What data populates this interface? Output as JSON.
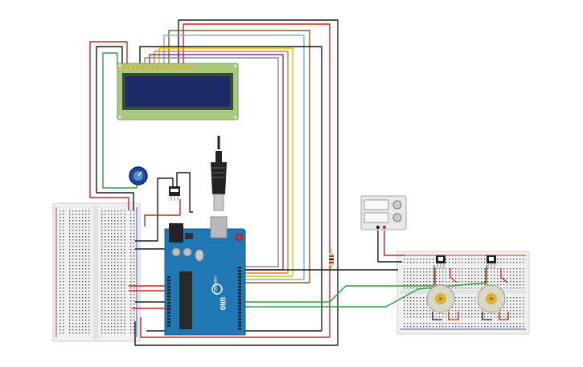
{
  "colors": {
    "background": "#ffffff",
    "lcd_pcb": "#a8c97f",
    "lcd_screen": "#1d2b66",
    "arduino_board": "#1f78b4",
    "breadboard": "#f0f0f0",
    "hole": "#555555",
    "rail_red": "#d03030",
    "rail_blue": "#3050c0",
    "wire_black": "#1a1a1a",
    "wire_red": "#d42020",
    "wire_green": "#2aa040",
    "wire_brown": "#8a5a2a",
    "wire_lightblue": "#6ab8e0",
    "wire_yellow": "#e0c000",
    "wire_orange": "#e08020",
    "wire_purple": "#8030a0",
    "wire_gray": "#888888",
    "motor_body": "#d8d8c8",
    "motor_hub": "#e0b030",
    "potentiometer": "#1a4aa0",
    "usb_plug": "#222222",
    "power_supply": "#e8e8e8"
  },
  "arduino": {
    "logo_text": "UNO",
    "brand_text": "ARDUINO"
  },
  "components": {
    "lcd": "lcd-16x2",
    "potentiometer": "potentiometer",
    "temperature_sensor": "temperature-sensor",
    "usb_cable": "usb-cable",
    "breadboard_left": "breadboard-small",
    "breadboard_right": "breadboard-small",
    "power_supply": "dc-power-supply",
    "transistors": 2,
    "motors": 2,
    "resistor": "resistor"
  }
}
